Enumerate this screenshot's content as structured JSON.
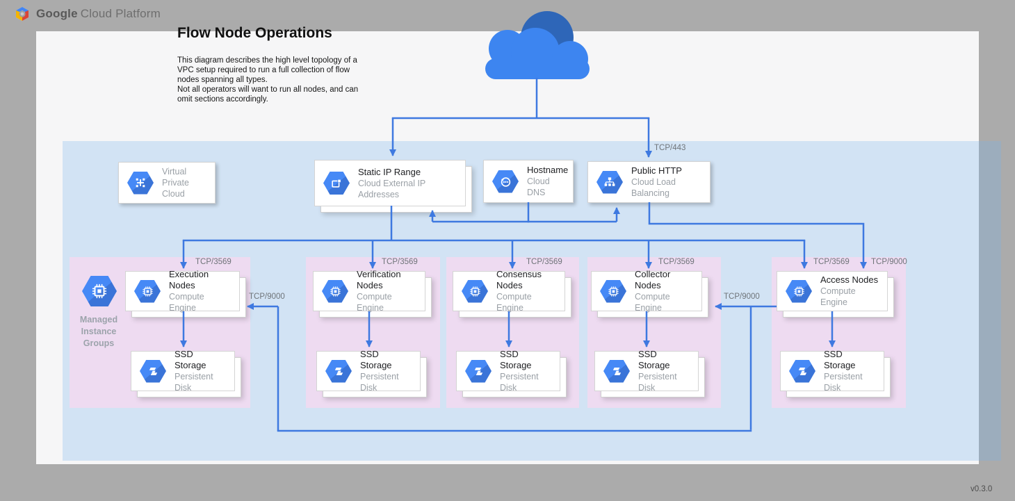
{
  "header": {
    "brand_bold": "Google",
    "brand_rest": "Cloud Platform"
  },
  "title": "Flow Node Operations",
  "description": "This diagram describes the high level topology of a VPC setup required to run a full collection of flow nodes spanning all types.\nNot all operators will want to run all nodes, and can omit sections accordingly.",
  "version": "v0.3.0",
  "ports": {
    "https": "TCP/443",
    "node": "TCP/3569",
    "access": "TCP/9000"
  },
  "services": {
    "vpc": {
      "line1": "Virtual",
      "line2": "Private Cloud"
    },
    "static_ip": {
      "title": "Static IP Range",
      "subtitle": "Cloud External IP Addresses"
    },
    "hostname": {
      "title": "Hostname",
      "subtitle": "Cloud DNS"
    },
    "public_http": {
      "title": "Public HTTP",
      "subtitle": "Cloud Load Balancing"
    }
  },
  "mig": {
    "line1": "Managed",
    "line2": "Instance",
    "line3": "Groups"
  },
  "groups": [
    {
      "id": "execution",
      "title": "Execution Nodes",
      "subtitle": "Compute Engine",
      "storage": {
        "title": "SSD Storage",
        "subtitle": "Persistent Disk"
      }
    },
    {
      "id": "verification",
      "title": "Verification Nodes",
      "subtitle": "Compute Engine",
      "storage": {
        "title": "SSD Storage",
        "subtitle": "Persistent Disk"
      }
    },
    {
      "id": "consensus",
      "title": "Consensus Nodes",
      "subtitle": "Compute Engine",
      "storage": {
        "title": "SSD Storage",
        "subtitle": "Persistent Disk"
      }
    },
    {
      "id": "collector",
      "title": "Collector Nodes",
      "subtitle": "Compute Engine",
      "storage": {
        "title": "SSD Storage",
        "subtitle": "Persistent Disk"
      }
    },
    {
      "id": "access",
      "title": "Access Nodes",
      "subtitle": "Compute Engine",
      "storage": {
        "title": "SSD Storage",
        "subtitle": "Persistent Disk"
      }
    }
  ],
  "icons": {
    "gcp_logo": "multicolor-hexagon",
    "cloud": "blue-cloud",
    "vpc": "hexagon-crosshair",
    "external_ip": "hexagon-ip-box",
    "cloud_dns": "hexagon-circle-arrow",
    "load_balancing": "hexagon-network-tree",
    "compute_engine": "hexagon-chip",
    "persistent_disk": "hexagon-disk-bars"
  },
  "colors": {
    "line": "#3E79E0",
    "hex_icon": "#4285F4",
    "vpc_zone": "#DCEBFA",
    "group_zone": "#F5E5F3",
    "page_bg": "#ABABAB"
  }
}
